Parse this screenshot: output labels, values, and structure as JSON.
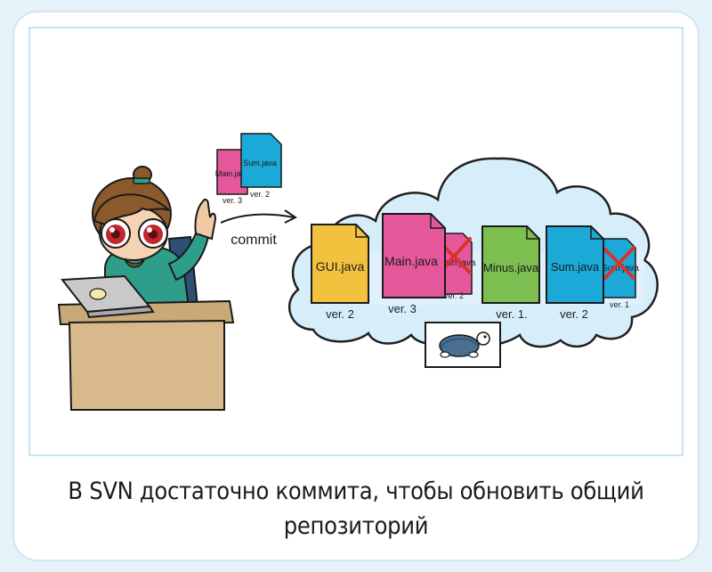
{
  "diagram": {
    "commit_label": "commit",
    "outgoing_files": [
      {
        "name": "Main.java",
        "version": "ver. 3",
        "color": "#e4589b"
      },
      {
        "name": "Sum.java",
        "version": "ver. 2",
        "color": "#1ba9d8"
      }
    ],
    "repository_files": [
      {
        "name": "GUI.java",
        "version": "ver. 2",
        "color": "#f2c23e"
      },
      {
        "name": "Main.java",
        "version": "ver. 3",
        "color": "#e4589b"
      },
      {
        "name": "Main.java",
        "version": "ver. 2",
        "color": "#e4589b",
        "status": "replaced"
      },
      {
        "name": "Minus.java",
        "version": "ver. 1.",
        "color": "#7cbe4f"
      },
      {
        "name": "Sum.java",
        "version": "ver. 2",
        "color": "#1ba9d8"
      },
      {
        "name": "Sum.java",
        "version": "ver. 1",
        "color": "#1ba9d8",
        "status": "replaced"
      }
    ],
    "colors": {
      "cloud_fill": "#d6eefa",
      "cloud_stroke": "#202020",
      "cross": "#d8342c",
      "shirt": "#2e9e8a",
      "desk": "#d7b98b",
      "laptop": "#c9c9c9"
    },
    "icons": [
      "developer-character",
      "laptop-icon",
      "tortoise-svn-logo",
      "arrow-icon"
    ]
  },
  "caption": {
    "line1": "В SVN достаточно коммита, чтобы обновить общий",
    "line2": "репозиторий"
  }
}
